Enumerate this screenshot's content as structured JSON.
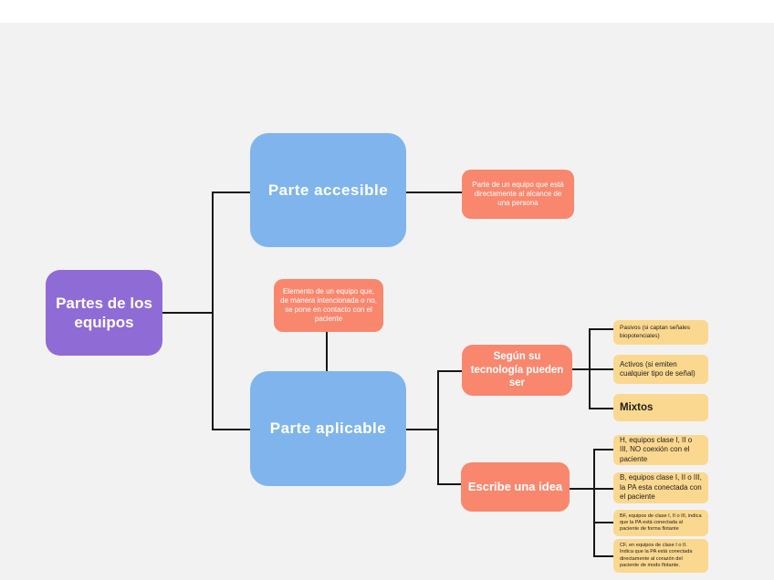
{
  "palette": {
    "background": "#f2f2f2",
    "topbar": "#ffffff",
    "purple": "#8f6bd6",
    "blue": "#7fb5ec",
    "orange": "#f8876e",
    "yellow": "#fbd88f",
    "connector": "#161616",
    "text_light": "#ffffff",
    "text_dark": "#1d1d1d"
  },
  "nodes": {
    "root": {
      "label": "Partes de los equipos"
    },
    "accessible": {
      "label": "Parte accesible"
    },
    "accessible_note": {
      "label": "Parte de un equipo que está directamente al alcance de una persona"
    },
    "applicable": {
      "label": "Parte aplicable"
    },
    "applicable_note": {
      "label": "Elemento de un equipo que, de manera intencionada o no, se pone en contacto con el paciente"
    },
    "technology": {
      "label": "Según su tecnología pueden ser"
    },
    "idea": {
      "label": "Escribe una idea"
    },
    "pasivos": {
      "label": "Pasivos (si captan señales biopotenciales)"
    },
    "activos": {
      "label": "Activos (si emiten cualquier tipo de señal)"
    },
    "mixtos": {
      "label": "Mixtos"
    },
    "tipo_h": {
      "label": "H, equipos clase I, II o III, NO coexión con el paciente"
    },
    "tipo_b": {
      "label": "B, equipos clase I, II o III, la PA esta conectada con el paciente"
    },
    "tipo_bf": {
      "label": "BF, equipos de clase I, II o III, indica que la PA está conectada al paciente de forma flotante"
    },
    "tipo_cf": {
      "label": "CF, en equipos de clase I o II. Indica que la PA está conectada directamente al corazón del paciente de modo flotante."
    }
  }
}
